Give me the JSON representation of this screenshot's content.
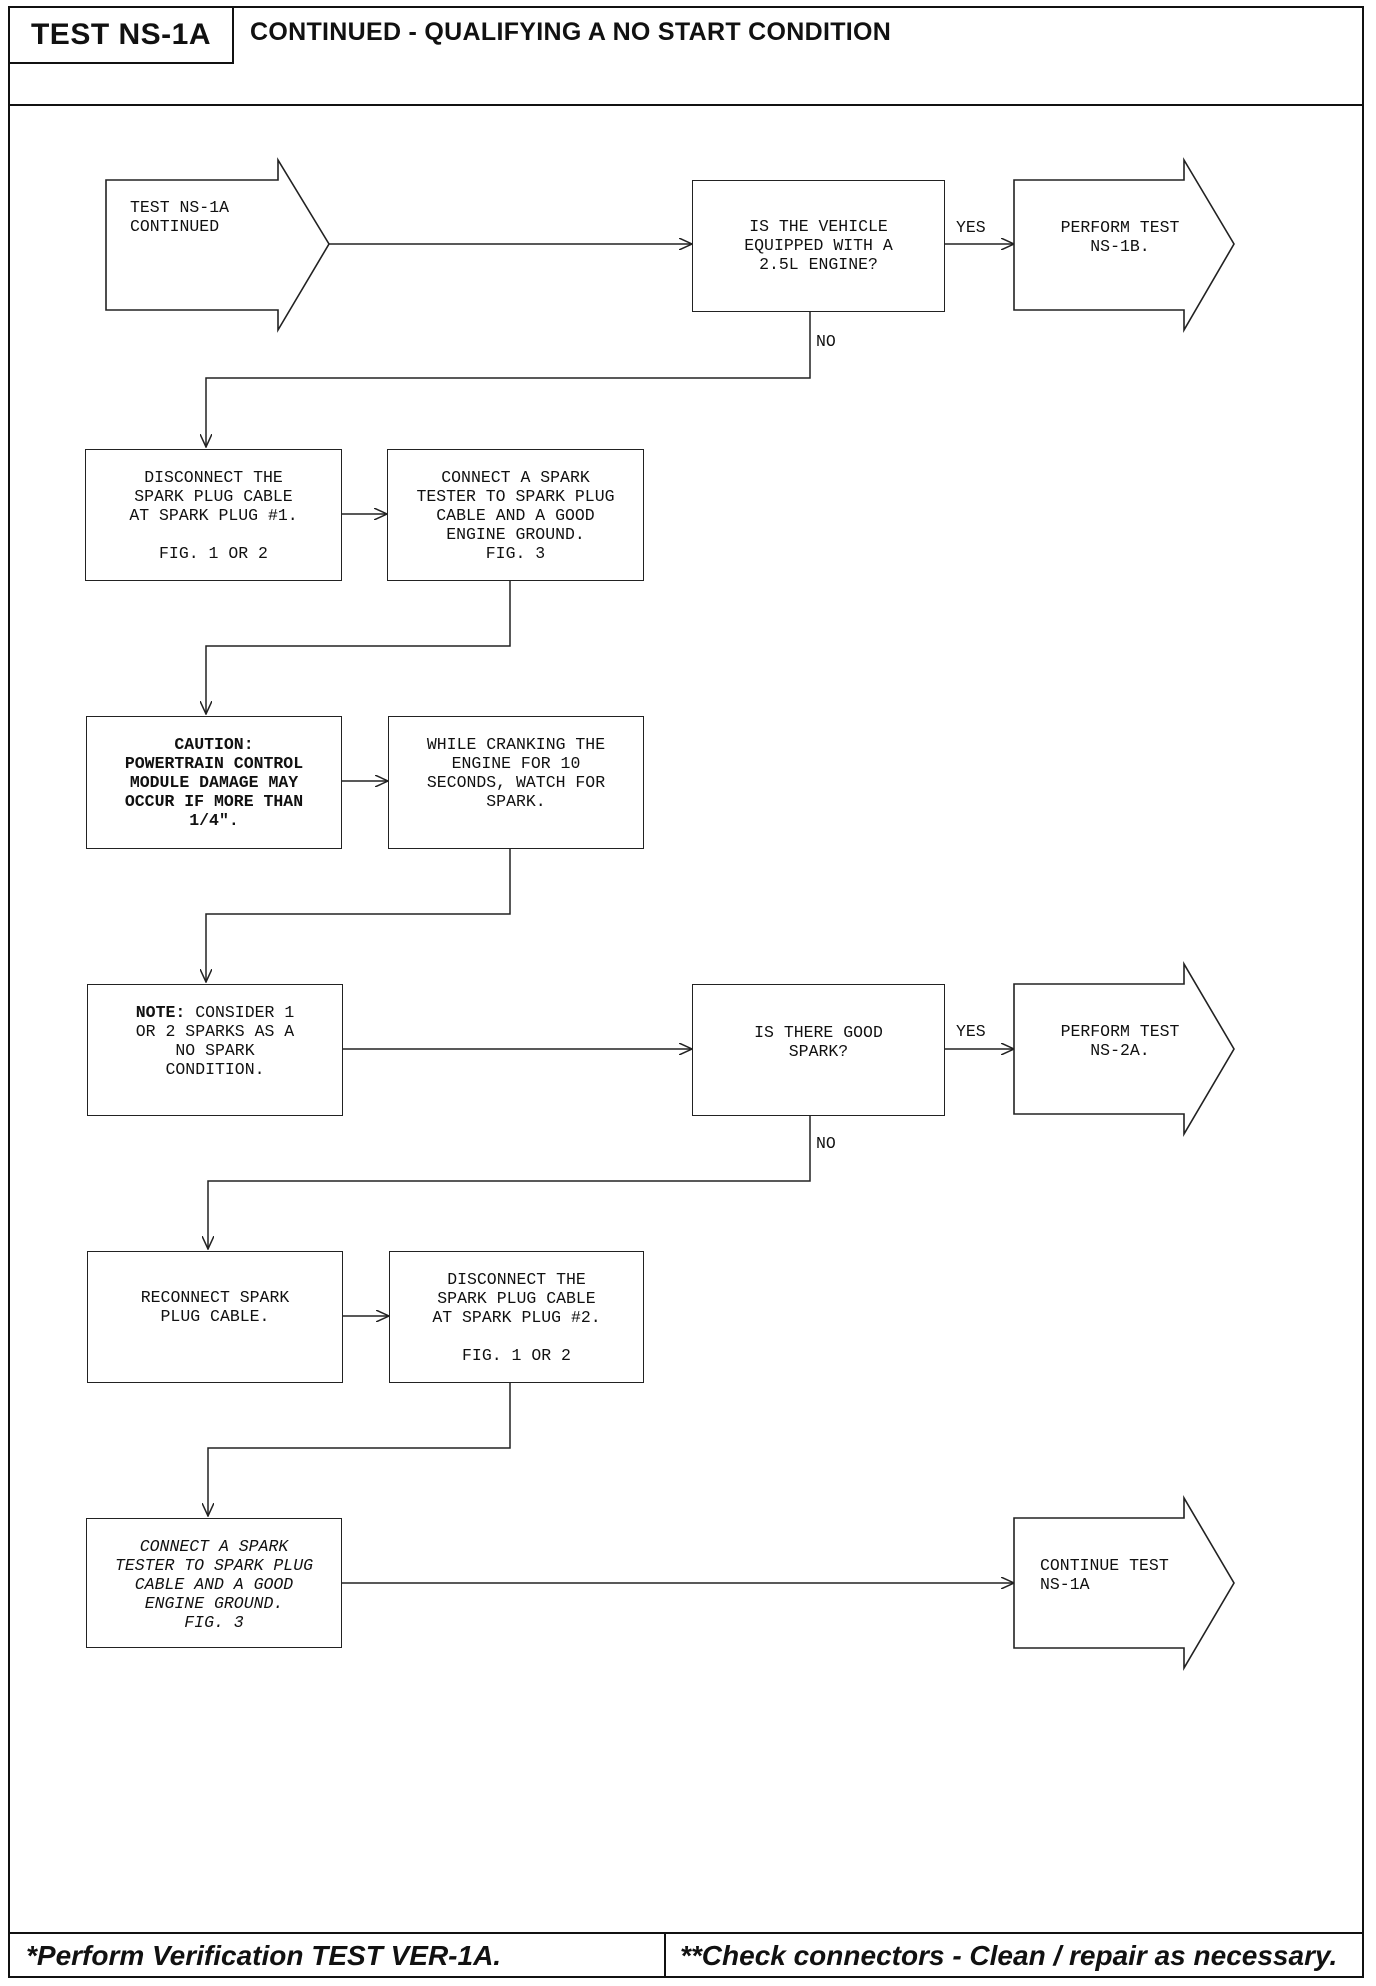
{
  "header": {
    "test_id": "TEST NS-1A",
    "title": "CONTINUED - QUALIFYING A NO START CONDITION"
  },
  "flow": {
    "start": "TEST NS-1A\nCONTINUED",
    "q_engine": "IS THE VEHICLE\nEQUIPPED WITH A\n2.5L ENGINE?",
    "perform_ns1b": "PERFORM TEST\nNS-1B.",
    "yes_label_1": "YES",
    "no_label_1": "NO",
    "disconnect_1": "DISCONNECT THE\nSPARK PLUG CABLE\nAT SPARK PLUG #1.\n\nFIG. 1 OR 2",
    "connect_tester_1": "CONNECT A SPARK\nTESTER TO SPARK PLUG\nCABLE AND A GOOD\nENGINE GROUND.\nFIG. 3",
    "caution": "CAUTION:\nPOWERTRAIN CONTROL\nMODULE DAMAGE MAY\nOCCUR IF MORE THAN\n1/4\".",
    "crank_watch": "WHILE CRANKING THE\nENGINE FOR 10\nSECONDS, WATCH FOR\nSPARK.",
    "note_label": "NOTE:",
    "note_text": " CONSIDER 1\nOR 2 SPARKS AS A\nNO SPARK\nCONDITION.",
    "q_good_spark": "IS THERE GOOD\nSPARK?",
    "yes_label_2": "YES",
    "no_label_2": "NO",
    "perform_ns2a": "PERFORM TEST\nNS-2A.",
    "reconnect": "RECONNECT SPARK\nPLUG CABLE.",
    "disconnect_2": "DISCONNECT THE\nSPARK PLUG CABLE\nAT SPARK PLUG #2.\n\nFIG. 1 OR 2",
    "connect_tester_2": "CONNECT A SPARK\nTESTER TO SPARK PLUG\nCABLE AND A GOOD\nENGINE GROUND.\nFIG. 3",
    "continue_ns1a": "CONTINUE TEST\nNS-1A"
  },
  "footer": {
    "left": "*Perform Verification TEST VER-1A.",
    "right": "**Check connectors - Clean / repair as necessary."
  }
}
